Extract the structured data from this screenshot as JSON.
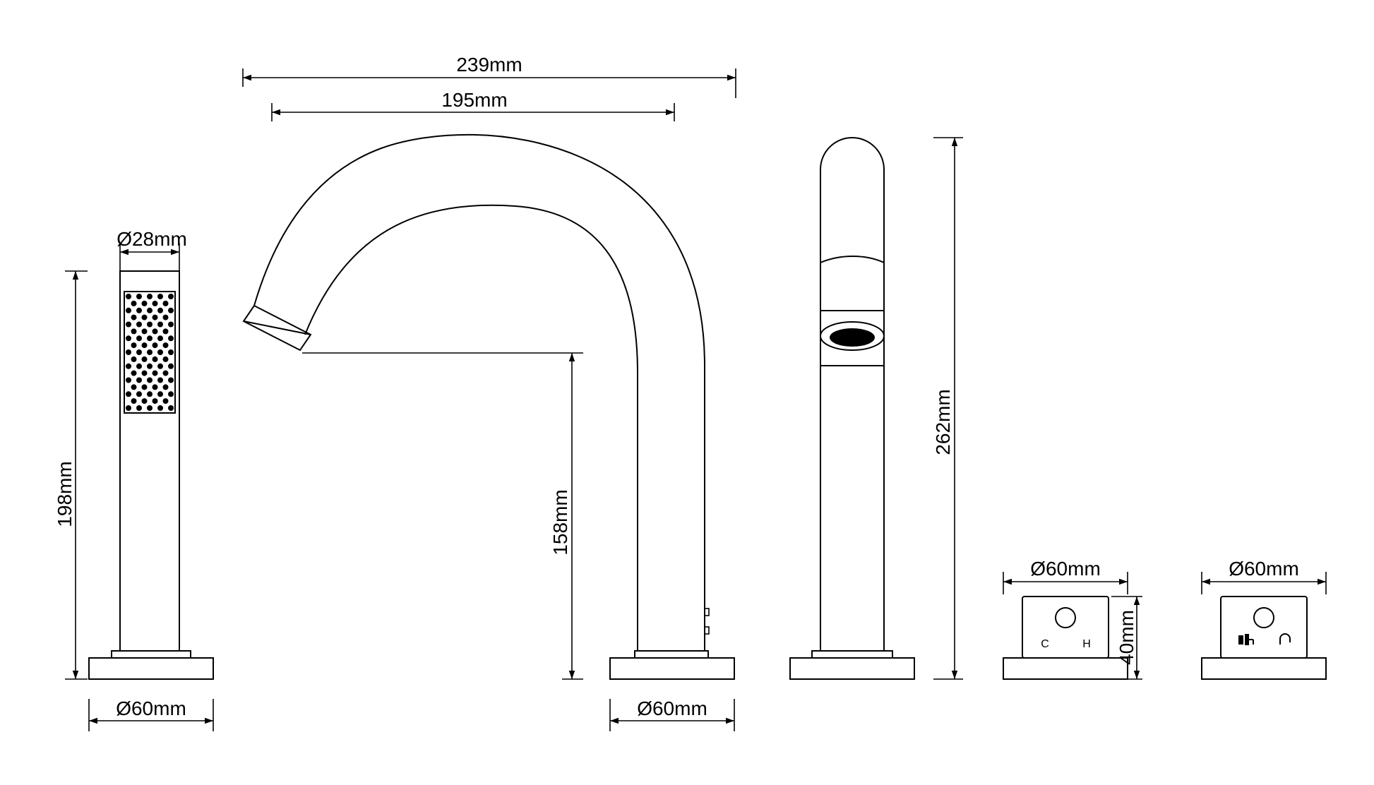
{
  "dimensions": {
    "spout_reach_total": "239mm",
    "spout_reach_inner": "195mm",
    "spout_height": "158mm",
    "mixer_height": "262mm",
    "handshower_height": "198mm",
    "handshower_diameter": "Ø28mm",
    "handshower_base_diameter": "Ø60mm",
    "spout_base_diameter": "Ø60mm",
    "valve_cold_hot_diameter": "Ø60mm",
    "valve_diverter_diameter": "Ø60mm",
    "valve_height": "40mm"
  },
  "valve_labels": {
    "cold": "C",
    "hot": "H"
  },
  "colors": {
    "line": "#000000",
    "background": "#ffffff"
  },
  "icons": {
    "diverter_shower": "handshower-symbol-icon",
    "diverter_spout": "spout-symbol-icon"
  }
}
